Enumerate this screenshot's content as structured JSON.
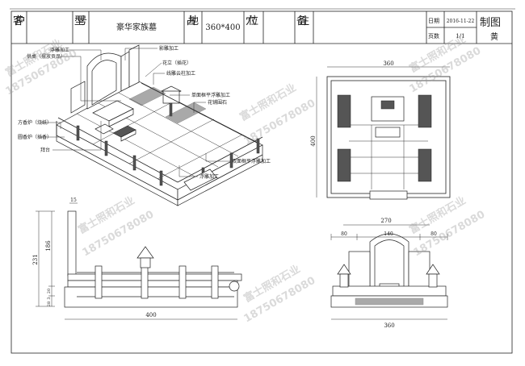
{
  "title_block": {
    "customer_label": "客户",
    "customer_value": "",
    "model_label": "型号",
    "model_value": "豪华家族墓",
    "area_label": "占地",
    "area_value": "360*400",
    "plot_label": "穴位",
    "plot_value": "",
    "remarks_label": "备注",
    "remarks_value": "",
    "date_label": "日期",
    "date_value": "2016-11-22",
    "pages_label": "页数",
    "pages_value": "1/1",
    "drafter_label": "制图",
    "drafter_value": "黄"
  },
  "iso_view": {
    "callouts": [
      "浮雕加工",
      "供桌（摆放贡品）",
      "影雕加工",
      "花立（插花）",
      "线雕云柱加工",
      "单面框平浮雕加工",
      "花铺围石",
      "方香炉（烧纸）",
      "圆香炉（插香）",
      "拜台",
      "双面框平浮雕加工",
      "浮雕加工"
    ]
  },
  "plan_view": {
    "width_dim": "360",
    "depth_dim": "400",
    "inner_dim": "270"
  },
  "side_view": {
    "top_dim": "15",
    "total_height": "231",
    "upper_height": "186",
    "dim_a": "20",
    "dim_b": "3",
    "dim_c": "28",
    "length_dim": "400"
  },
  "front_view": {
    "left_dim": "80",
    "mid_dim": "140",
    "right_dim": "80",
    "width_dim": "360"
  },
  "watermark": {
    "company": "富士照和石业",
    "phone": "18750678080"
  }
}
